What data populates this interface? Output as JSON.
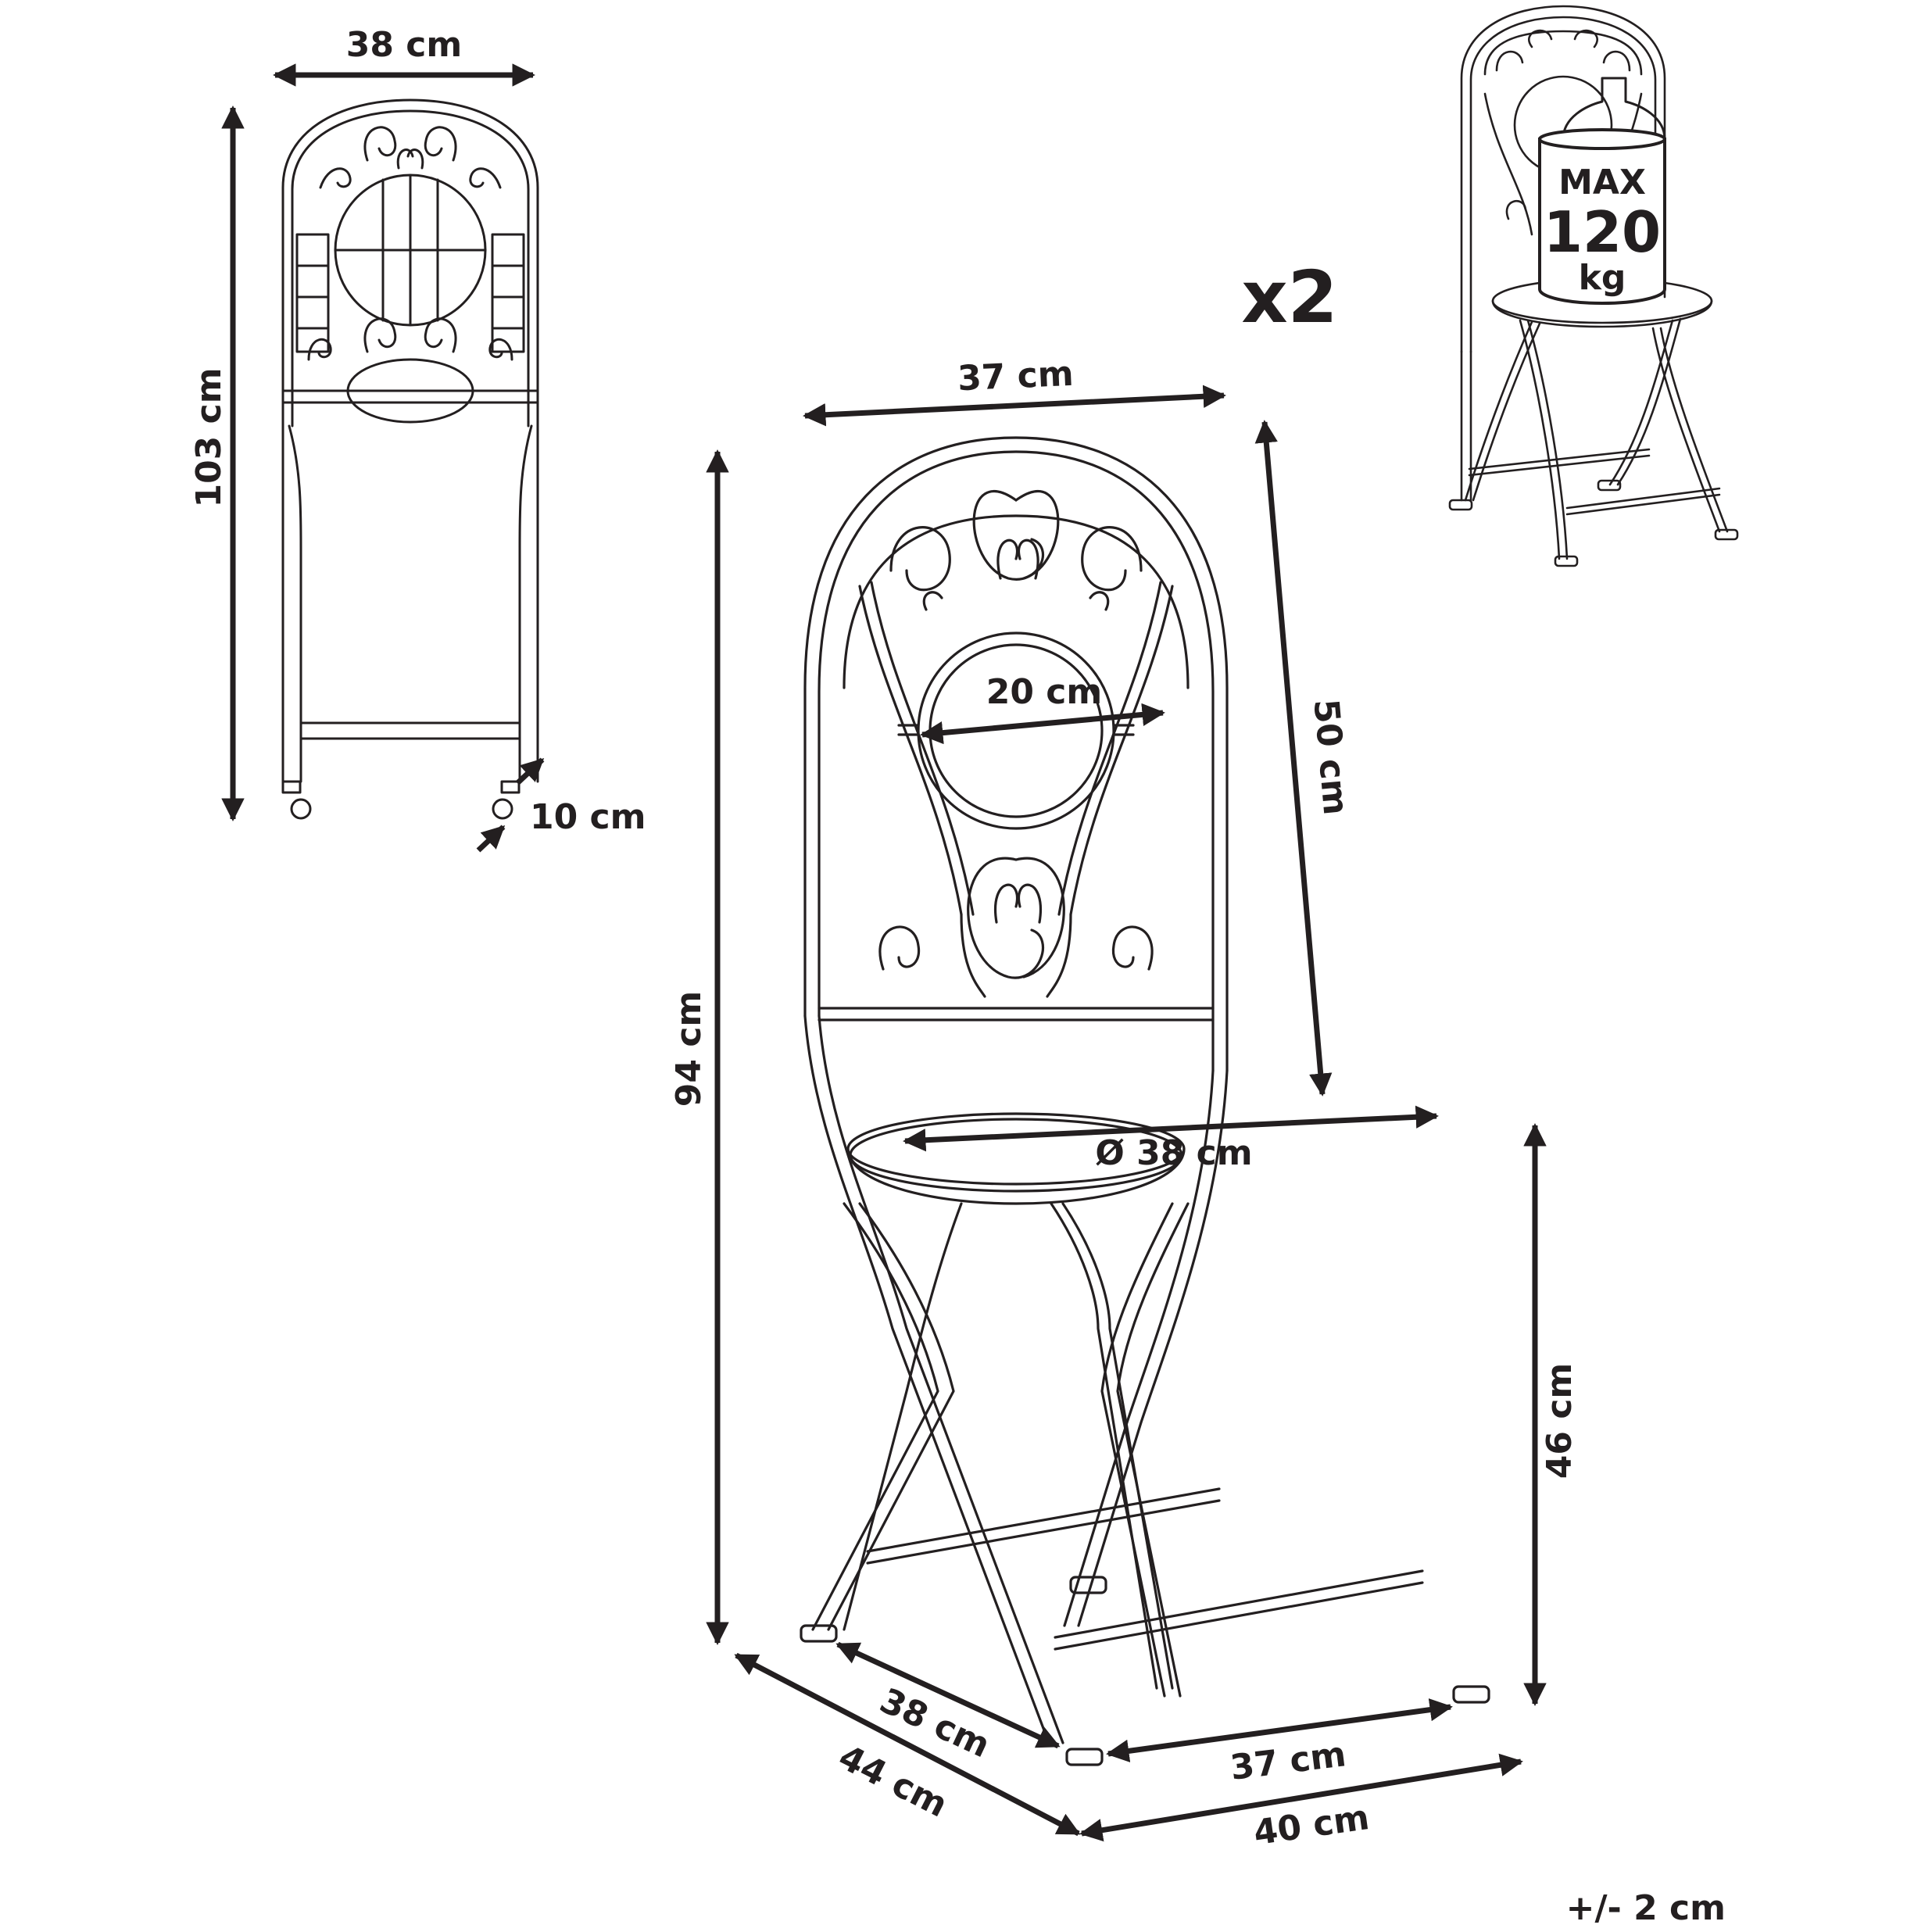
{
  "folded_view": {
    "width_label": "38 cm",
    "height_label": "103 cm",
    "depth_label": "10 cm"
  },
  "front_view": {
    "quantity_label": "x2",
    "back_width_label": "37 cm",
    "back_height_label": "50 cm",
    "medallion_label": "20 cm",
    "total_height_label": "94 cm",
    "seat_diameter_label": "Ø 38 cm",
    "seat_height_label": "46 cm",
    "seat_depth_label": "38 cm",
    "base_depth_label": "44 cm",
    "seat_width_label": "37 cm",
    "base_width_label": "40 cm"
  },
  "load_view": {
    "line1": "MAX",
    "line2": "120",
    "line3": "kg"
  },
  "tolerance_label": "+/- 2 cm",
  "icons": [
    "folded-chair-icon",
    "bistro-chair-icon",
    "load-chair-icon",
    "weight-block-icon"
  ]
}
